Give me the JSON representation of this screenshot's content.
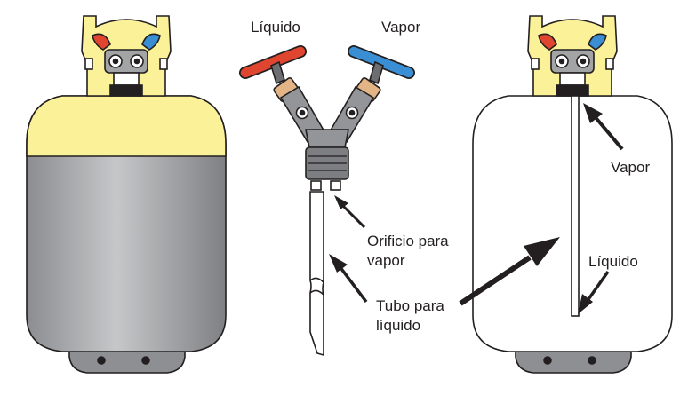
{
  "labels": {
    "liquid_handle": "Líquido",
    "vapor_handle": "Vapor",
    "vapor_port_line1": "Orificio para",
    "vapor_port_line2": "vapor",
    "liquid_tube_line1": "Tubo para",
    "liquid_tube_line2": "líquido",
    "tank_vapor": "Vapor",
    "tank_liquid": "Líquido"
  },
  "colors": {
    "yellow_collar": "#fbf198",
    "cylinder_gray": "#a3a4a6",
    "base_gray": "#8e8f92",
    "red_handle": "#e0452f",
    "blue_handle": "#3a8fd4",
    "outline": "#231f20"
  }
}
